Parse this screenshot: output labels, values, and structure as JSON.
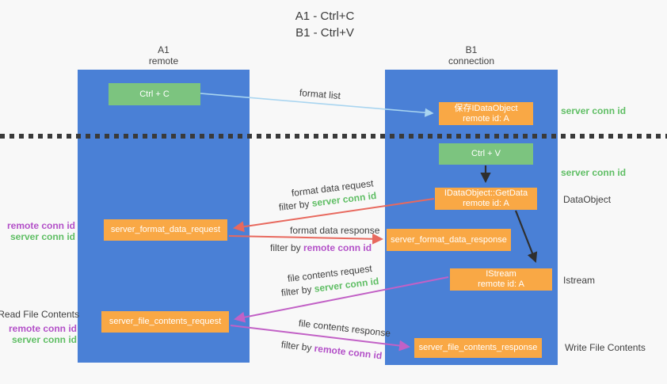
{
  "title": {
    "line1": "A1 - Ctrl+C",
    "line2": "B1 - Ctrl+V"
  },
  "columns": {
    "left": {
      "id": "A1",
      "role": "remote"
    },
    "right": {
      "id": "B1",
      "role": "connection"
    }
  },
  "boxes": {
    "ctrl_c": "Ctrl + C",
    "ctrl_v": "Ctrl + V",
    "save_idataobject_line1": "保存IDataObject",
    "save_idataobject_line2": "remote id: A",
    "getdata_line1": "IDataObject::GetData",
    "getdata_line2": "remote id: A",
    "istream_line1": "IStream",
    "istream_line2": "remote id: A",
    "format_request": "server_format_data_request",
    "format_response": "server_format_data_response",
    "file_request": "server_file_contents_request",
    "file_response": "server_file_contents_response"
  },
  "mid_labels": {
    "format_list": "format list",
    "format_data_request": "format data request",
    "format_request_filter_prefix": "filter by ",
    "format_request_filter_key": "server conn id",
    "format_data_response": "format data response",
    "format_response_filter_prefix": "filter by ",
    "format_response_filter_key": "remote conn id",
    "file_contents_request": "file contents request",
    "file_request_filter_prefix": "filter by ",
    "file_request_filter_key": "server conn id",
    "file_contents_response": "file contents response",
    "file_response_filter_prefix": "filter by ",
    "file_response_filter_key": "remote conn id"
  },
  "side_labels": {
    "right_server_conn_id_top": "server conn id",
    "right_server_conn_id_mid": "server conn id",
    "data_object": "DataObject",
    "istream": "Istream",
    "write_file_contents": "Write File Contents",
    "read_file_contents": "Read File Contents",
    "left_remote_conn_id_1": "remote conn id",
    "left_server_conn_id_1": "server conn id",
    "left_remote_conn_id_2": "remote conn id",
    "left_server_conn_id_2": "server conn id"
  },
  "colors": {
    "background": "#F8F8F8",
    "column_blue": "#4A80D6",
    "box_green": "#7CC47F",
    "box_orange": "#F9A845",
    "text_dark": "#3F3F3F",
    "conn_id_green": "#5FBE64",
    "conn_id_purple": "#B350C8",
    "arrow_lightblue": "#A9D5F0",
    "arrow_red": "#E8695E",
    "arrow_magenta": "#C261C6",
    "arrow_black": "#2F2F2F",
    "dotted_line": "#3A3A3A"
  }
}
